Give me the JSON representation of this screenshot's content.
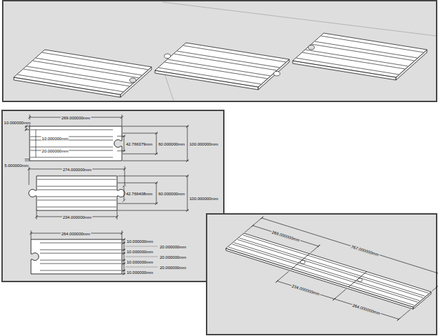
{
  "diagram": {
    "labels": [
      "269.000000mm",
      "10.000000mm",
      "10.000000mm",
      "20.000000mm",
      "5.000000mm",
      "42.766379mm",
      "60.000000mm",
      "100.000000mm",
      "274.000000mm",
      "42.766408mm",
      "60.000000mm",
      "100.000000mm",
      "234.000000mm",
      "264.000000mm",
      "10.000000mm",
      "20.000000mm",
      "10.000000mm",
      "20.000000mm",
      "10.000000mm",
      "20.000000mm",
      "10.000000mm",
      "269.000000mm",
      "767.000000mm",
      "234.000000mm",
      "264.000000mm"
    ]
  }
}
